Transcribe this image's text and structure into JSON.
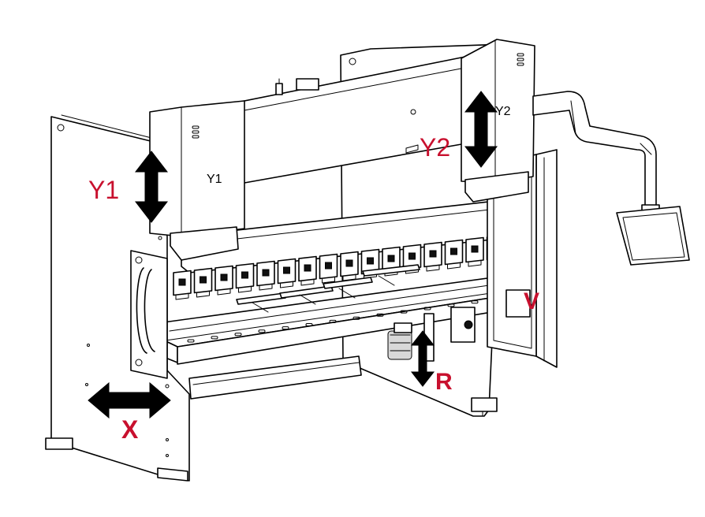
{
  "labels": {
    "y1_axis": "Y1",
    "y2_axis": "Y2",
    "x_axis": "X",
    "r_axis": "R",
    "v_axis": "V",
    "y1_plate": "Y1",
    "y2_plate": "Y2"
  },
  "colors": {
    "axis_label_red": "#c8102e",
    "line_black": "#000000",
    "background": "#ffffff"
  }
}
